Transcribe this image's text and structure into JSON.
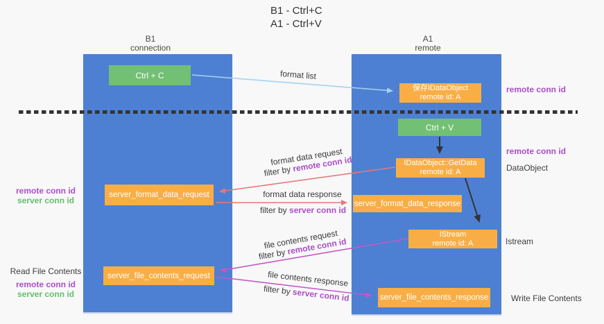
{
  "title": {
    "line1": "B1 - Ctrl+C",
    "line2": "A1 - Ctrl+V"
  },
  "lanes": {
    "b1": {
      "name": "B1",
      "role": "connection"
    },
    "a1": {
      "name": "A1",
      "role": "remote"
    }
  },
  "nodes": {
    "ctrl_c": "Ctrl + C",
    "save_dataobject": {
      "line1": "保存IDataObject",
      "line2": "remote id: A"
    },
    "ctrl_v": "Ctrl + V",
    "getdata": {
      "line1": "IDataObject::GetData",
      "line2": "remote id: A"
    },
    "format_request": "server_format_data_request",
    "format_response": "server_format_data_response",
    "istream": {
      "line1": "IStream",
      "line2": "remote id: A"
    },
    "file_request": "server_file_contents_request",
    "file_response": "server_file_contents_response"
  },
  "arrow_labels": {
    "format_list": "format list",
    "format_request": {
      "line1": "format data request",
      "prefix": "filter by ",
      "highlight": "remote conn id"
    },
    "format_response": {
      "line1": "format data response",
      "prefix": "filter by ",
      "highlight": "server conn id"
    },
    "file_request": {
      "line1": "file contents request",
      "prefix": "filter by ",
      "highlight": "remote conn id"
    },
    "file_response": {
      "line1": "file contents response",
      "prefix": "filter by ",
      "highlight": "server conn id"
    }
  },
  "side_labels": {
    "right_remote_conn_top": "remote conn id",
    "right_remote_conn_mid": "remote conn id",
    "dataobject": "DataObject",
    "istream": "Istream",
    "write_file": "Write File Contents",
    "left_remote_conn_1": "remote conn id",
    "left_server_conn_1": "server conn id",
    "read_file": "Read File Contents",
    "left_remote_conn_2": "remote conn id",
    "left_server_conn_2": "server conn id"
  },
  "colors": {
    "lane_blue": "#4d80d2",
    "node_green": "#72c073",
    "node_orange": "#f8ae45",
    "arrow_lightblue": "#a5d2f0",
    "arrow_salmon": "#e87878",
    "arrow_magenta": "#c657c4",
    "arrow_black": "#333333",
    "text_purple": "#ab4ec5",
    "text_green": "#66bd6d"
  }
}
